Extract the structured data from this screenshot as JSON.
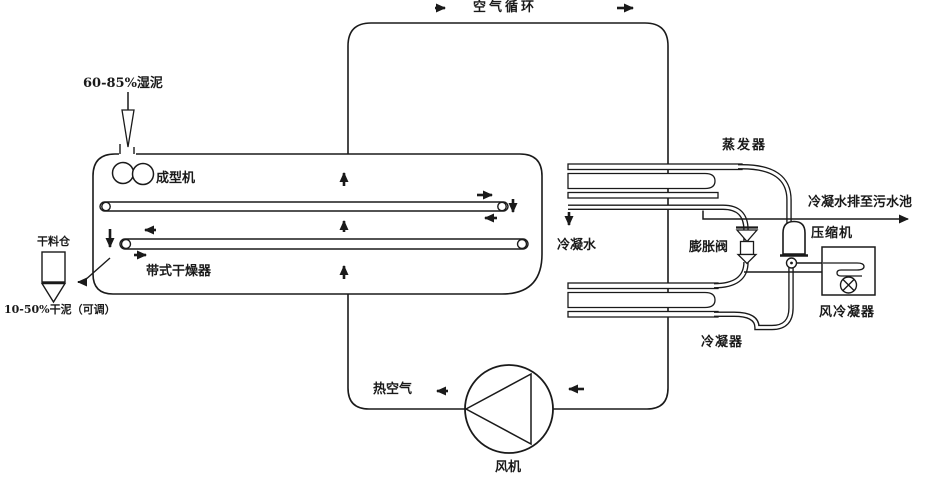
{
  "diagram": {
    "type": "process-flow-schematic",
    "subject": "sludge belt-drying heat-pump system",
    "colors": {
      "line": "#1a1a1a",
      "background": "#ffffff"
    }
  },
  "labels": {
    "air_cycle": "空气循环",
    "wet_sludge": "60-85%湿泥",
    "forming_machine": "成型机",
    "belt_dryer": "带式干燥器",
    "dry_bin": "干料仓",
    "dry_sludge_out": "10-50%干泥（可调）",
    "evaporator": "蒸发器",
    "condensate": "冷凝水",
    "condensate_drain": "冷凝水排至污水池",
    "expansion_valve": "膨胀阀",
    "compressor": "压缩机",
    "air_cooled_condenser": "风冷凝器",
    "condenser": "冷凝器",
    "hot_air": "热空气",
    "fan": "风机"
  },
  "icons": {
    "fan_symbol": "circle-with-left-triangle",
    "aircond_fan_symbol": "circle-with-x",
    "junction_symbol": "circle-with-dot",
    "flow_arrows": "solid-black-arrows"
  }
}
